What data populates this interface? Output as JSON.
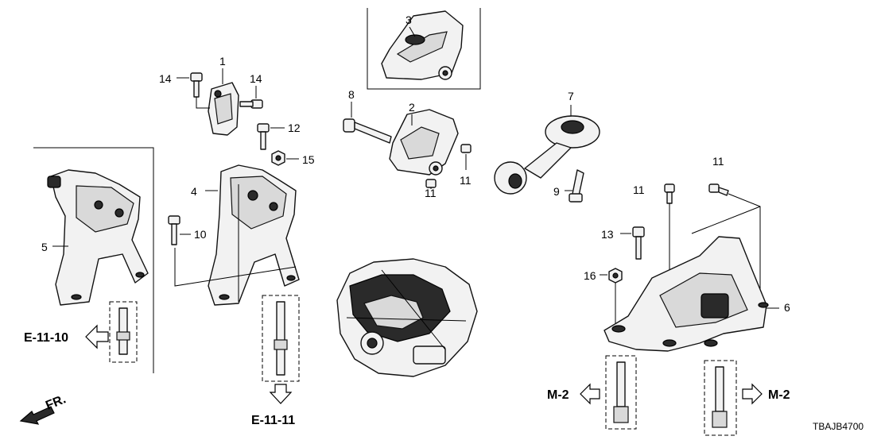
{
  "callouts": {
    "p1": "1",
    "p2": "2",
    "p3": "3",
    "p4": "4",
    "p5": "5",
    "p6": "6",
    "p7": "7",
    "p8": "8",
    "p9": "9",
    "p10": "10",
    "p11a": "11",
    "p11b": "11",
    "p11c": "11",
    "p11d": "11",
    "p12": "12",
    "p13": "13",
    "p14a": "14",
    "p14b": "14",
    "p15": "15",
    "p16": "16"
  },
  "references": {
    "left": "E-11-10",
    "bottom": "E-11-11",
    "m2_left": "M-2",
    "m2_right": "M-2"
  },
  "direction_label": "FR.",
  "diagram_code": "TBAJB4700"
}
